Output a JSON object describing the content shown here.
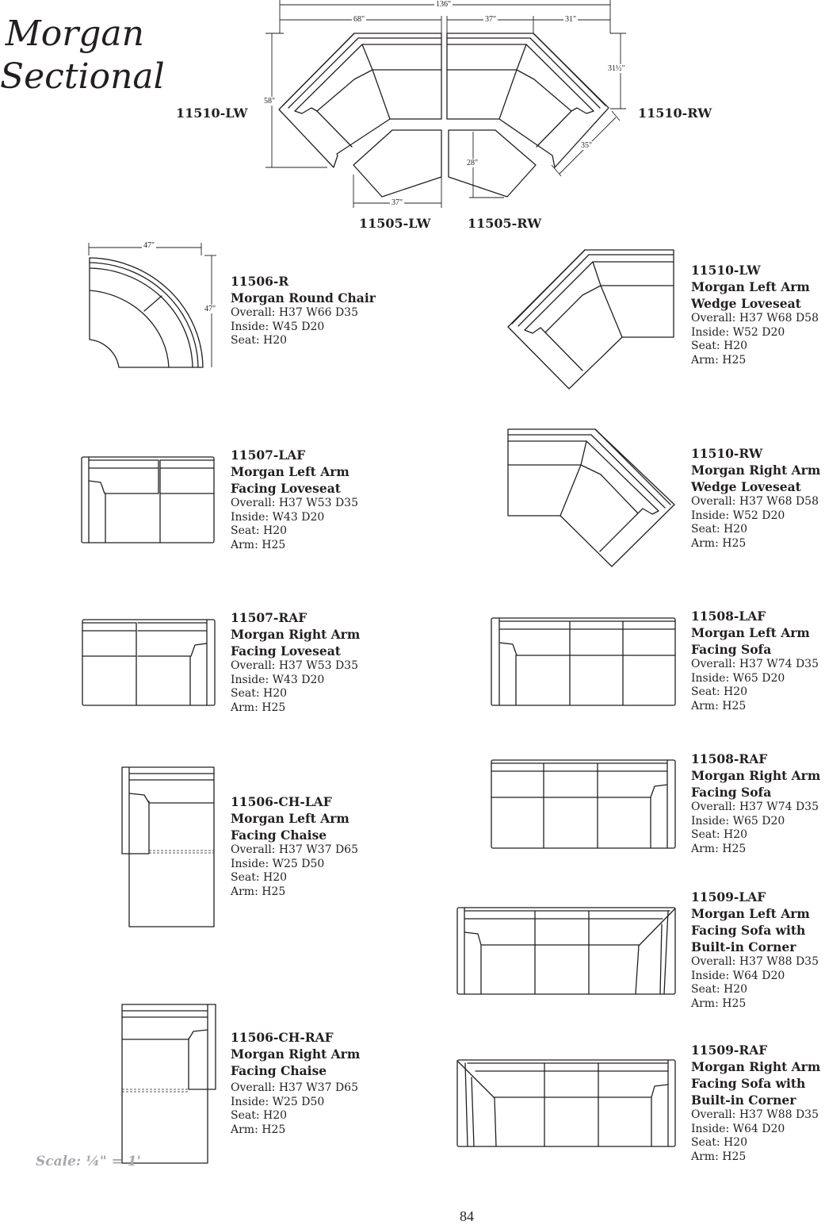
{
  "header": {
    "title_line1": "Morgan",
    "title_line2": "Sectional"
  },
  "overview_diagram": {
    "labels": {
      "left_wedge": "11510-LW",
      "right_wedge": "11510-RW",
      "left_ottoman": "11505-LW",
      "right_ottoman": "11505-RW"
    },
    "dimensions": {
      "overall_width": "136\"",
      "left_width": "68\"",
      "center_right_width": "37\"",
      "right_end_width": "31\"",
      "left_depth": "58\"",
      "right_depth": "31½\"",
      "arm_depth": "35\"",
      "ottoman_depth": "28\"",
      "ottoman_width": "37\""
    }
  },
  "round_chair_dims": {
    "width": "47\"",
    "height": "47\""
  },
  "products": [
    {
      "code": "11506-R",
      "name_lines": [
        "Morgan Round Chair"
      ],
      "overall": "Overall: H37  W66  D35",
      "inside": "Inside: W45  D20",
      "seat": "Seat: H20",
      "arm": null
    },
    {
      "code": "11510-LW",
      "name_lines": [
        "Morgan Left Arm",
        "Wedge Loveseat"
      ],
      "overall": "Overall: H37  W68  D58",
      "inside": "Inside: W52  D20",
      "seat": "Seat: H20",
      "arm": "Arm: H25"
    },
    {
      "code": "11507-LAF",
      "name_lines": [
        "Morgan Left Arm",
        "Facing Loveseat"
      ],
      "overall": "Overall: H37  W53  D35",
      "inside": "Inside: W43  D20",
      "seat": "Seat: H20",
      "arm": "Arm: H25"
    },
    {
      "code": "11510-RW",
      "name_lines": [
        "Morgan Right Arm",
        "Wedge Loveseat"
      ],
      "overall": "Overall: H37  W68  D58",
      "inside": "Inside: W52  D20",
      "seat": "Seat: H20",
      "arm": "Arm: H25"
    },
    {
      "code": "11507-RAF",
      "name_lines": [
        "Morgan Right Arm",
        "Facing Loveseat"
      ],
      "overall": "Overall: H37  W53  D35",
      "inside": "Inside: W43  D20",
      "seat": "Seat: H20",
      "arm": "Arm: H25"
    },
    {
      "code": "11508-LAF",
      "name_lines": [
        "Morgan Left Arm",
        "Facing Sofa"
      ],
      "overall": "Overall: H37  W74  D35",
      "inside": "Inside: W65  D20",
      "seat": "Seat: H20",
      "arm": "Arm: H25"
    },
    {
      "code": "11506-CH-LAF",
      "name_lines": [
        "Morgan Left Arm",
        "Facing Chaise"
      ],
      "overall": "Overall: H37  W37  D65",
      "inside": "Inside: W25  D50",
      "seat": "Seat: H20",
      "arm": "Arm: H25"
    },
    {
      "code": "11508-RAF",
      "name_lines": [
        "Morgan Right Arm",
        "Facing Sofa"
      ],
      "overall": "Overall: H37  W74  D35",
      "inside": "Inside: W65  D20",
      "seat": "Seat: H20",
      "arm": "Arm: H25"
    },
    {
      "code": "11509-LAF",
      "name_lines": [
        "Morgan Left Arm",
        "Facing Sofa with",
        "Built-in Corner"
      ],
      "overall": "Overall: H37  W88  D35",
      "inside": "Inside: W64  D20",
      "seat": "Seat: H20",
      "arm": "Arm: H25"
    },
    {
      "code": "11506-CH-RAF",
      "name_lines": [
        "Morgan Right Arm",
        "Facing Chaise"
      ],
      "overall": "Overall: H37  W37  D65",
      "inside": "Inside: W25  D50",
      "seat": "Seat: H20",
      "arm": "Arm: H25"
    },
    {
      "code": "11509-RAF",
      "name_lines": [
        "Morgan Right Arm",
        "Facing Sofa with",
        "Built-in Corner"
      ],
      "overall": "Overall: H37  W88  D35",
      "inside": "Inside: W64  D20",
      "seat": "Seat: H20",
      "arm": "Arm: H25"
    }
  ],
  "footer": {
    "scale": "Scale: ¼\" = 1'",
    "page_number": "84"
  }
}
